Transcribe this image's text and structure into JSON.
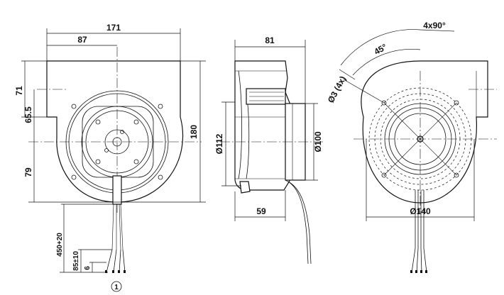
{
  "dimensions": {
    "front_width": "171",
    "front_half_width": "87",
    "front_height": "180",
    "front_upper": "71",
    "outlet_height": "65.5",
    "front_lower": "79",
    "cable_length": "450+20",
    "cable_strip": "85±10",
    "wire_strip": "6",
    "side_depth": "81",
    "side_base": "59",
    "side_dia_large": "Ø112",
    "side_dia_small": "Ø100",
    "holes": "Ø3 (4x)",
    "hole_spacing": "4x90°",
    "angle": "45°",
    "back_diameter": "Ø140"
  },
  "callout": "1"
}
